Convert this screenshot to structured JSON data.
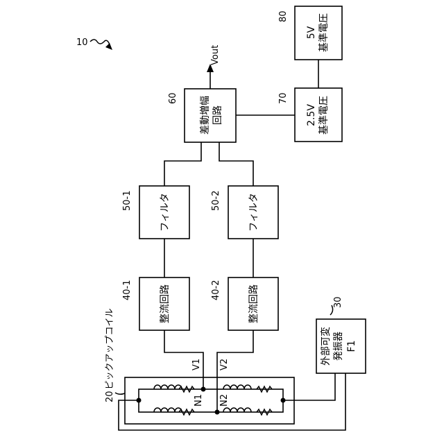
{
  "figure_number": "10",
  "pickup_coil": {
    "ref": "20",
    "label": "ピックアップコイル"
  },
  "oscillator": {
    "ref": "30",
    "lines": [
      "外部可変",
      "発振器",
      "F1"
    ]
  },
  "rectifier_1": {
    "ref": "40-1",
    "label": "整流回路"
  },
  "rectifier_2": {
    "ref": "40-2",
    "label": "整流回路"
  },
  "filter_1": {
    "ref": "50-1",
    "label": "フィルタ"
  },
  "filter_2": {
    "ref": "50-2",
    "label": "フィルタ"
  },
  "diff_amp": {
    "ref": "60",
    "lines": [
      "差動増幅",
      "回路"
    ]
  },
  "ref_2v5": {
    "ref": "70",
    "lines": [
      "2.5V",
      "基準電圧"
    ]
  },
  "ref_5v": {
    "ref": "80",
    "lines": [
      "5V",
      "基準電圧"
    ]
  },
  "output_label": "Vout",
  "signals": {
    "v1": "V1",
    "v2": "V2",
    "n1": "N1",
    "n2": "N2"
  }
}
